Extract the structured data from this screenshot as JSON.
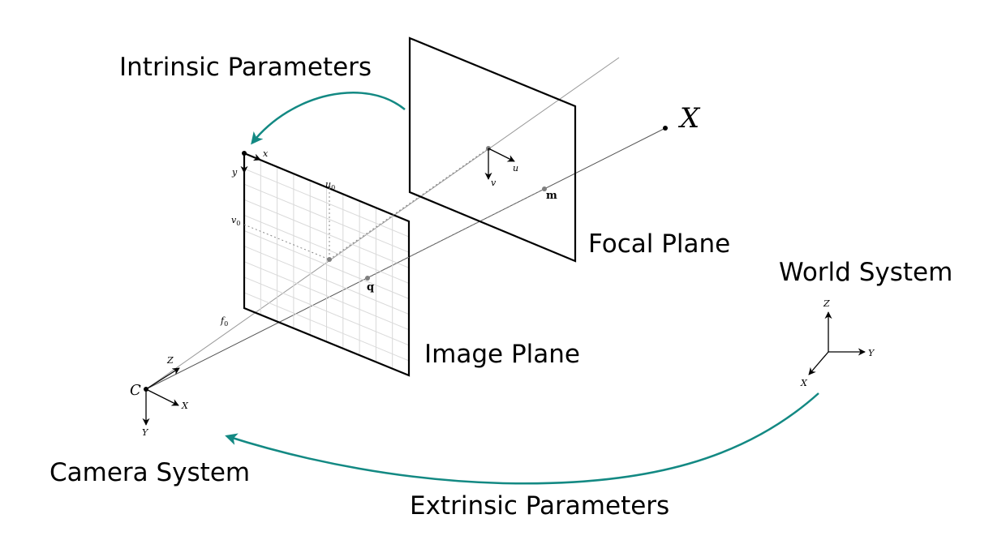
{
  "labels": {
    "intrinsic": "Intrinsic Parameters",
    "extrinsic": "Extrinsic Parameters",
    "focal_plane": "Focal Plane",
    "image_plane": "Image Plane",
    "world_system": "World System",
    "camera_system": "Camera System"
  },
  "symbols": {
    "point_X": "X",
    "point_m": "m",
    "point_q": "q",
    "u0": "u",
    "u0_sub": "0",
    "v0": "v",
    "v0_sub": "0",
    "f0": "f",
    "f0_sub": "0",
    "img_x": "x",
    "img_y": "y",
    "focal_u": "u",
    "focal_v": "v",
    "camera_center": "C",
    "cam_Z": "Z",
    "cam_X": "X",
    "cam_Y": "Y",
    "world_Z": "Z",
    "world_Y": "Y",
    "world_X": "X"
  },
  "colors": {
    "arrow": "#138983",
    "grid": "#d9d9d9",
    "ray": "#999999",
    "point": "#7f7f7f"
  }
}
